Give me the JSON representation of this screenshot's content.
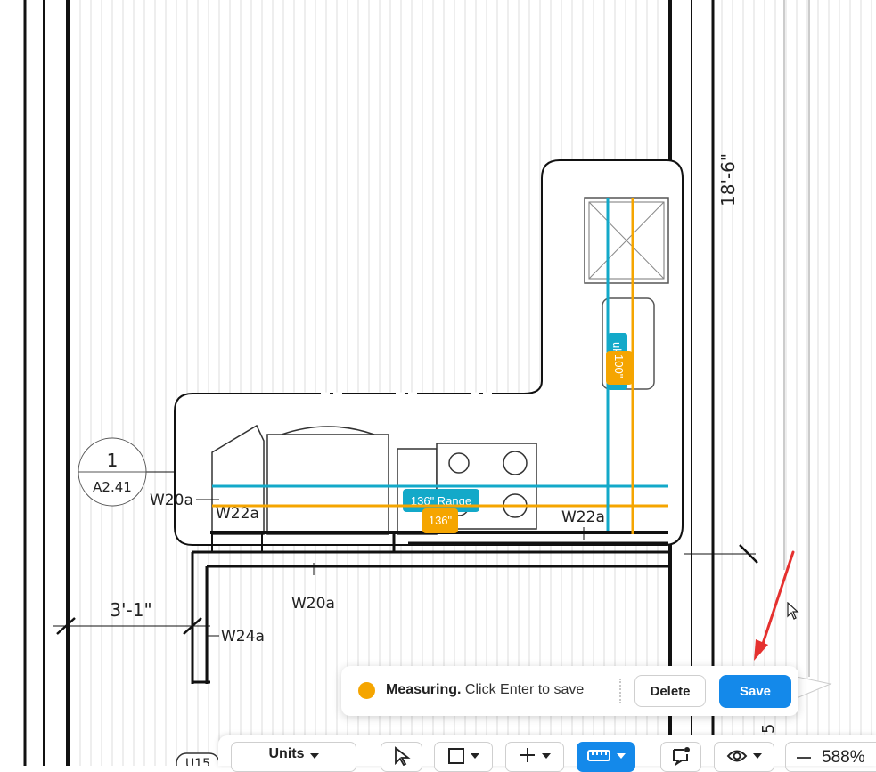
{
  "drawing": {
    "dimension_top_right": "18'-6\"",
    "dimension_left": "3'-1\"",
    "callout": {
      "number": "1",
      "sheet": "A2.41"
    },
    "wall_tags": [
      "W20a",
      "W22a",
      "W22a",
      "W20a",
      "W24a"
    ],
    "bottom_tag": "U15",
    "bottom_partial": "5"
  },
  "measurements": [
    {
      "label": "136\" Range",
      "color": "#13a9c9"
    },
    {
      "label": "136\"",
      "color": "#f5a500"
    },
    {
      "label": "100\"",
      "color": "#f5a500"
    },
    {
      "label": "uk",
      "color": "#13a9c9"
    }
  ],
  "toast": {
    "status_bold": "Measuring.",
    "status_text": "Click Enter to save",
    "dot_color": "#f5a500",
    "delete_label": "Delete",
    "save_label": "Save",
    "save_color": "#1489ea"
  },
  "toolbar": {
    "units_label": "Units",
    "tools": [
      "pointer-icon",
      "rectangle-icon",
      "plus-icon",
      "ruler-icon",
      "comment-icon",
      "eye-icon"
    ],
    "active_tool": "ruler-icon",
    "zoom_label": "588%"
  },
  "annotation_color": "#e5312f"
}
